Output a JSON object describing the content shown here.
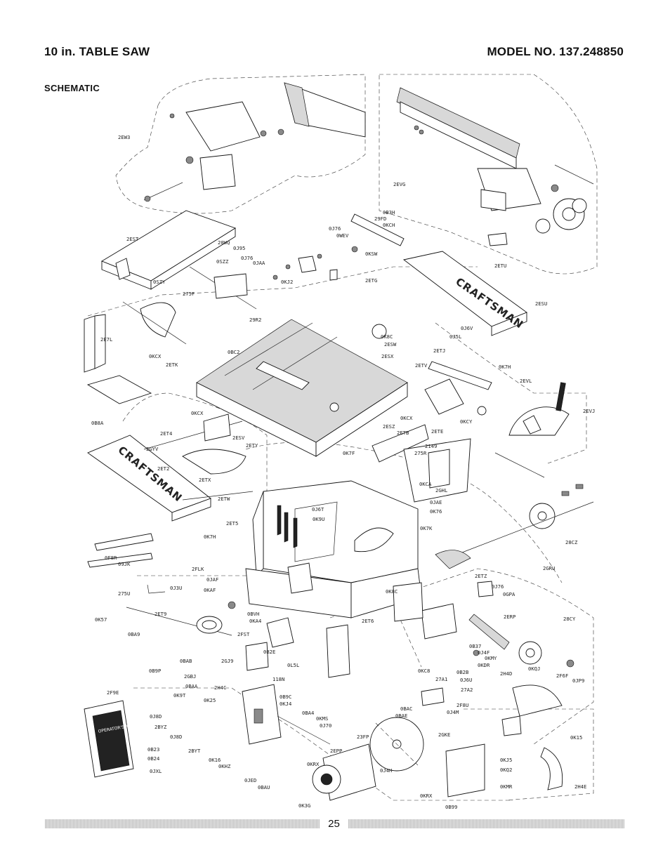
{
  "header": {
    "title_left": "10 in. TABLE SAW",
    "title_right": "MODEL NO. 137.248850",
    "subtitle": "SCHEMATIC"
  },
  "brand_text": "CRAFTSMAN",
  "manual_text": "OPERATOR'S MANUAL",
  "part_labels": [
    "2EW3",
    "2EVG",
    "0B3H",
    "29FD",
    "0KCH",
    "0J76",
    "0WEV",
    "0KSW",
    "2EST",
    "20WQ",
    "0J95",
    "0SZZ",
    "0J76",
    "0JAA",
    "0KJ2",
    "0SZY",
    "275F",
    "2ETG",
    "2ETU",
    "2ESU",
    "29R2",
    "0J6V",
    "0J5L",
    "2ETJ",
    "0K7H",
    "0K8C",
    "2ESW",
    "2ESX",
    "2E7L",
    "0KCX",
    "2ETK",
    "0BC2",
    "2ETV",
    "2EVL",
    "2EVJ",
    "0B8A",
    "0KCX",
    "2ET4",
    "2GYV",
    "2ESV",
    "2ETY",
    "0KCX",
    "2ESZ",
    "2ETB",
    "2ETE",
    "0KCY",
    "2ET2",
    "0K7F",
    "2149",
    "275R",
    "2ETX",
    "0KCA",
    "2GHL",
    "2ETW",
    "0J6T",
    "0K9U",
    "0JAE",
    "0K76",
    "2ET5",
    "0K7H",
    "0K7K",
    "28CZ",
    "2GRU",
    "0F8R",
    "09JK",
    "2FLK",
    "0JAF",
    "0KAF",
    "0J3U",
    "275U",
    "0K57",
    "2ET9",
    "0BA9",
    "2ETZ",
    "0J76",
    "0GPA",
    "0K8C",
    "2ET6",
    "0BVH",
    "0KA4",
    "2FST",
    "2ERP",
    "28CY",
    "0BAB",
    "2GJ9",
    "0B2E",
    "0L5L",
    "0B37",
    "0J4F",
    "0KMY",
    "0B2B",
    "0KDR",
    "2H4D",
    "0KQJ",
    "0B9P",
    "2GBJ",
    "2H4C",
    "0BAA",
    "0K9T",
    "118N",
    "0B9C",
    "0KJ4",
    "0KC8",
    "27A1",
    "0J6U",
    "27A2",
    "2F6F",
    "0JP9",
    "2F9E",
    "0K25",
    "0BA4",
    "0KMS",
    "0J70",
    "0BAC",
    "0BAE",
    "2F8U",
    "0J4M",
    "0J8D",
    "2BYZ",
    "0J8D",
    "2BYT",
    "0K16",
    "0KHZ",
    "0B23",
    "0B24",
    "0JXL",
    "23FP",
    "2EPP",
    "2GKE",
    "0KRX",
    "0J4H",
    "0JED",
    "0BAU",
    "0K3G",
    "0KRX",
    "0B99",
    "0KJ5",
    "0KQ2",
    "0KMR",
    "0K15",
    "2H4E"
  ],
  "page_number": "25"
}
